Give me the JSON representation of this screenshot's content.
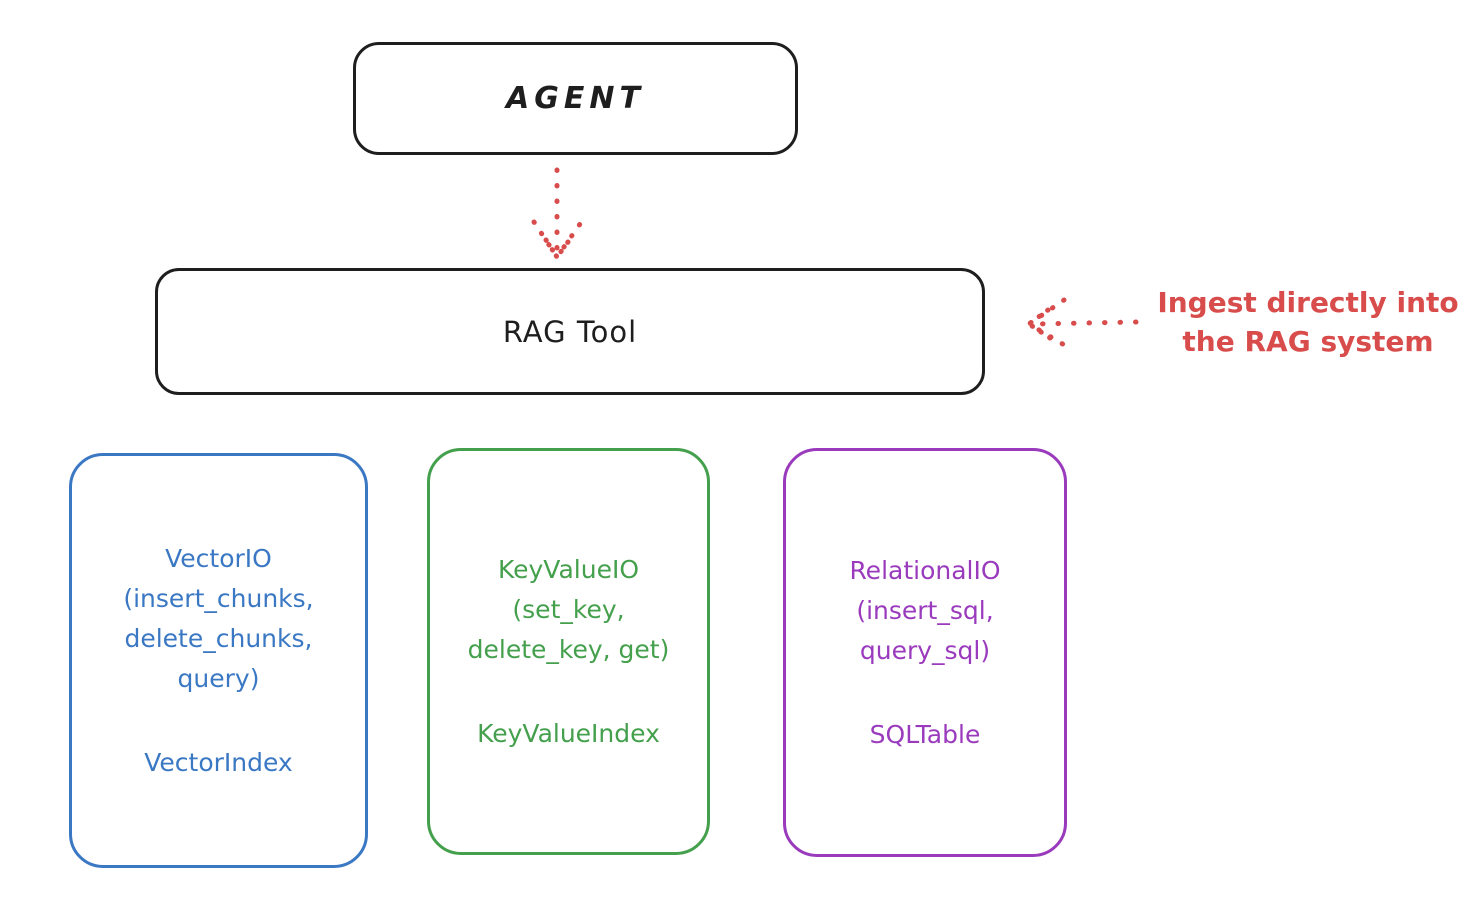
{
  "diagram": {
    "title_hint": "RAG Tool architecture sketch",
    "background": "#ffffff",
    "colors": {
      "stroke_black": "#1e1e1e",
      "accent_red": "#d84c4c",
      "vector_blue": "#3b78c4",
      "keyvalue_green": "#44a04c",
      "relational_purple": "#9a3bbd"
    },
    "agent": {
      "label": "AGENT"
    },
    "rag_tool": {
      "label": "RAG Tool"
    },
    "annotation": {
      "line1": "Ingest directly into",
      "line2": "the RAG system",
      "color": "#d84c4c"
    },
    "arrows": [
      {
        "name": "agent-to-rag-tool",
        "style": "dotted",
        "color": "#d84c4c",
        "direction": "down"
      },
      {
        "name": "ingest-into-rag-tool",
        "style": "dotted",
        "color": "#d84c4c",
        "direction": "left"
      }
    ],
    "providers": [
      {
        "name": "vector-io",
        "color": "#3b78c4",
        "lines": [
          "VectorIO",
          "(insert_chunks,",
          "delete_chunks,",
          "query)"
        ],
        "index_label": "VectorIndex"
      },
      {
        "name": "keyvalue-io",
        "color": "#44a04c",
        "lines": [
          "KeyValueIO",
          "(set_key,",
          "delete_key, get)"
        ],
        "index_label": "KeyValueIndex"
      },
      {
        "name": "relational-io",
        "color": "#9a3bbd",
        "lines": [
          "RelationalIO",
          "(insert_sql,",
          "query_sql)"
        ],
        "index_label": "SQLTable"
      }
    ]
  }
}
